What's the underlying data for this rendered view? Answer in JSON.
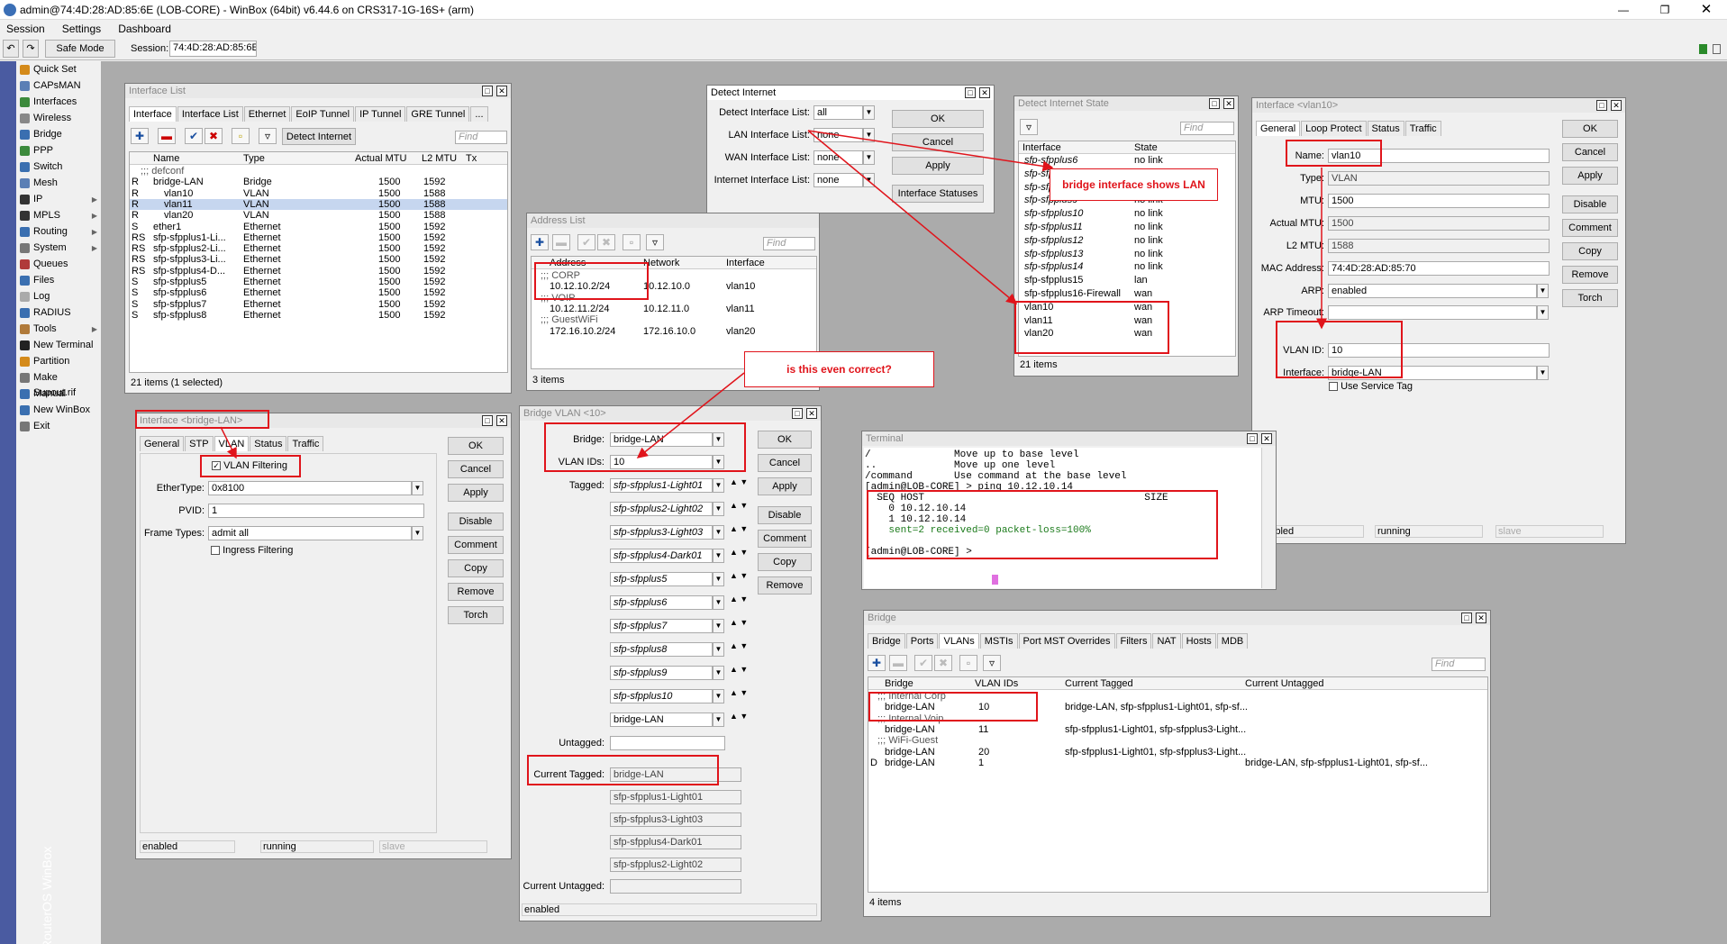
{
  "app": {
    "title": "admin@74:4D:28:AD:85:6E (LOB-CORE) - WinBox (64bit) v6.44.6 on CRS317-1G-16S+ (arm)"
  },
  "menu": [
    "Session",
    "Settings",
    "Dashboard"
  ],
  "toolbar": {
    "safe_mode": "Safe Mode",
    "session_label": "Session:",
    "session_value": "74:4D:28:AD:85:6E"
  },
  "sidebar": {
    "brand": "RouterOS WinBox",
    "items": [
      {
        "label": "Quick Set",
        "icon": "quickset-icon",
        "color": "#d48a1a"
      },
      {
        "label": "CAPsMAN",
        "icon": "capsman-icon",
        "color": "#5b7fb5"
      },
      {
        "label": "Interfaces",
        "icon": "interfaces-icon",
        "color": "#3c8a3c"
      },
      {
        "label": "Wireless",
        "icon": "wireless-icon",
        "color": "#888"
      },
      {
        "label": "Bridge",
        "icon": "bridge-icon",
        "color": "#3a6fb0"
      },
      {
        "label": "PPP",
        "icon": "ppp-icon",
        "color": "#3c8a3c"
      },
      {
        "label": "Switch",
        "icon": "switch-icon",
        "color": "#3a6fb0"
      },
      {
        "label": "Mesh",
        "icon": "mesh-icon",
        "color": "#5b7fb5"
      },
      {
        "label": "IP",
        "icon": "ip-icon",
        "color": "#333",
        "arrow": true
      },
      {
        "label": "MPLS",
        "icon": "mpls-icon",
        "color": "#333",
        "arrow": true
      },
      {
        "label": "Routing",
        "icon": "routing-icon",
        "color": "#3a6fb0",
        "arrow": true
      },
      {
        "label": "System",
        "icon": "system-icon",
        "color": "#777",
        "arrow": true
      },
      {
        "label": "Queues",
        "icon": "queues-icon",
        "color": "#b03a3a"
      },
      {
        "label": "Files",
        "icon": "files-icon",
        "color": "#3a6fb0"
      },
      {
        "label": "Log",
        "icon": "log-icon",
        "color": "#aaa"
      },
      {
        "label": "RADIUS",
        "icon": "radius-icon",
        "color": "#3a6fb0"
      },
      {
        "label": "Tools",
        "icon": "tools-icon",
        "color": "#b07a3a",
        "arrow": true
      },
      {
        "label": "New Terminal",
        "icon": "terminal-icon",
        "color": "#222"
      },
      {
        "label": "Partition",
        "icon": "partition-icon",
        "color": "#d48a1a"
      },
      {
        "label": "Make Supout.rif",
        "icon": "supout-icon",
        "color": "#777"
      },
      {
        "label": "Manual",
        "icon": "manual-icon",
        "color": "#3a6fb0"
      },
      {
        "label": "New WinBox",
        "icon": "winbox-icon",
        "color": "#3a6fb0"
      },
      {
        "label": "Exit",
        "icon": "exit-icon",
        "color": "#777"
      }
    ]
  },
  "iface_list": {
    "title": "Interface List",
    "tabs": [
      "Interface",
      "Interface List",
      "Ethernet",
      "EoIP Tunnel",
      "IP Tunnel",
      "GRE Tunnel",
      "..."
    ],
    "detect_btn": "Detect Internet",
    "find": "Find",
    "cols": [
      "Name",
      "Type",
      "Actual MTU",
      "L2 MTU",
      "Tx"
    ],
    "rows": [
      {
        "f": "",
        "name": ";;; defconf",
        "type": "",
        "mtu": "",
        "l2": ""
      },
      {
        "f": "R",
        "name": "bridge-LAN",
        "type": "Bridge",
        "mtu": "1500",
        "l2": "1592"
      },
      {
        "f": "R",
        "name": "vlan10",
        "type": "VLAN",
        "mtu": "1500",
        "l2": "1588"
      },
      {
        "f": "R",
        "name": "vlan11",
        "type": "VLAN",
        "mtu": "1500",
        "l2": "1588"
      },
      {
        "f": "R",
        "name": "vlan20",
        "type": "VLAN",
        "mtu": "1500",
        "l2": "1588"
      },
      {
        "f": "S",
        "name": "ether1",
        "type": "Ethernet",
        "mtu": "1500",
        "l2": "1592"
      },
      {
        "f": "RS",
        "name": "sfp-sfpplus1-Li...",
        "type": "Ethernet",
        "mtu": "1500",
        "l2": "1592"
      },
      {
        "f": "RS",
        "name": "sfp-sfpplus2-Li...",
        "type": "Ethernet",
        "mtu": "1500",
        "l2": "1592"
      },
      {
        "f": "RS",
        "name": "sfp-sfpplus3-Li...",
        "type": "Ethernet",
        "mtu": "1500",
        "l2": "1592"
      },
      {
        "f": "RS",
        "name": "sfp-sfpplus4-D...",
        "type": "Ethernet",
        "mtu": "1500",
        "l2": "1592"
      },
      {
        "f": "S",
        "name": "sfp-sfpplus5",
        "type": "Ethernet",
        "mtu": "1500",
        "l2": "1592"
      },
      {
        "f": "S",
        "name": "sfp-sfpplus6",
        "type": "Ethernet",
        "mtu": "1500",
        "l2": "1592"
      },
      {
        "f": "S",
        "name": "sfp-sfpplus7",
        "type": "Ethernet",
        "mtu": "1500",
        "l2": "1592"
      },
      {
        "f": "S",
        "name": "sfp-sfpplus8",
        "type": "Ethernet",
        "mtu": "1500",
        "l2": "1592"
      }
    ],
    "status": "21 items (1 selected)"
  },
  "addr_list": {
    "title": "Address List",
    "find": "Find",
    "cols": [
      "Address",
      "Network",
      "Interface"
    ],
    "rows": [
      {
        "c": ";;; CORP",
        "a": "",
        "n": "",
        "i": ""
      },
      {
        "c": "",
        "a": "10.12.10.2/24",
        "n": "10.12.10.0",
        "i": "vlan10"
      },
      {
        "c": ";;; VOIP",
        "a": "",
        "n": "",
        "i": ""
      },
      {
        "c": "",
        "a": "10.12.11.2/24",
        "n": "10.12.11.0",
        "i": "vlan11"
      },
      {
        "c": ";;; GuestWiFi",
        "a": "",
        "n": "",
        "i": ""
      },
      {
        "c": "",
        "a": "172.16.10.2/24",
        "n": "172.16.10.0",
        "i": "vlan20"
      }
    ],
    "status": "3 items"
  },
  "detect": {
    "title": "Detect Internet",
    "labels": [
      "Detect Interface List:",
      "LAN Interface List:",
      "WAN Interface List:",
      "Internet Interface List:"
    ],
    "values": [
      "all",
      "none",
      "none",
      "none"
    ],
    "buttons": [
      "OK",
      "Cancel",
      "Apply",
      "Interface Statuses"
    ]
  },
  "dis_state": {
    "title": "Detect Internet State",
    "find": "Find",
    "cols": [
      "Interface",
      "State"
    ],
    "rows": [
      {
        "i": "sfp-sfpplus6",
        "s": "no link"
      },
      {
        "i": "sfp-sfpplus7",
        "s": "no link"
      },
      {
        "i": "sfp-sfpplus8",
        "s": "no link"
      },
      {
        "i": "sfp-sfpplus9",
        "s": "no link"
      },
      {
        "i": "sfp-sfpplus10",
        "s": "no link"
      },
      {
        "i": "sfp-sfpplus11",
        "s": "no link"
      },
      {
        "i": "sfp-sfpplus12",
        "s": "no link"
      },
      {
        "i": "sfp-sfpplus13",
        "s": "no link"
      },
      {
        "i": "sfp-sfpplus14",
        "s": "no link"
      },
      {
        "i": "sfp-sfpplus15",
        "s": "lan"
      },
      {
        "i": "sfp-sfpplus16-Firewall",
        "s": "wan"
      },
      {
        "i": "vlan10",
        "s": "wan"
      },
      {
        "i": "vlan11",
        "s": "wan"
      },
      {
        "i": "vlan20",
        "s": "wan"
      }
    ],
    "status": "21 items"
  },
  "vlan10": {
    "title": "Interface <vlan10>",
    "tabs": [
      "General",
      "Loop Protect",
      "Status",
      "Traffic"
    ],
    "fields": [
      {
        "l": "Name:",
        "v": "vlan10"
      },
      {
        "l": "Type:",
        "v": "VLAN"
      },
      {
        "l": "MTU:",
        "v": "1500"
      },
      {
        "l": "Actual MTU:",
        "v": "1500"
      },
      {
        "l": "L2 MTU:",
        "v": "1588"
      },
      {
        "l": "MAC Address:",
        "v": "74:4D:28:AD:85:70"
      },
      {
        "l": "ARP:",
        "v": "enabled"
      },
      {
        "l": "ARP Timeout:",
        "v": ""
      },
      {
        "l": "VLAN ID:",
        "v": "10"
      },
      {
        "l": "Interface:",
        "v": "bridge-LAN"
      }
    ],
    "service_tag": "Use Service Tag",
    "buttons": [
      "OK",
      "Cancel",
      "Apply",
      "Disable",
      "Comment",
      "Copy",
      "Remove",
      "Torch"
    ],
    "status": [
      "enabled",
      "running",
      "slave"
    ]
  },
  "bridge_if": {
    "title": "Interface <bridge-LAN>",
    "tabs": [
      "General",
      "STP",
      "VLAN",
      "Status",
      "Traffic"
    ],
    "vlan_filtering": "VLAN Filtering",
    "fields": [
      {
        "l": "EtherType:",
        "v": "0x8100"
      },
      {
        "l": "PVID:",
        "v": "1"
      },
      {
        "l": "Frame Types:",
        "v": "admit all"
      }
    ],
    "ingress": "Ingress Filtering",
    "buttons": [
      "OK",
      "Cancel",
      "Apply",
      "Disable",
      "Comment",
      "Copy",
      "Remove",
      "Torch"
    ],
    "status": [
      "enabled",
      "running",
      "slave"
    ]
  },
  "bvlan": {
    "title": "Bridge VLAN <10>",
    "bridge_l": "Bridge:",
    "bridge_v": "bridge-LAN",
    "vids_l": "VLAN IDs:",
    "vids_v": "10",
    "tagged_l": "Tagged:",
    "tagged": [
      "sfp-sfpplus1-Light01",
      "sfp-sfpplus2-Light02",
      "sfp-sfpplus3-Light03",
      "sfp-sfpplus4-Dark01",
      "sfp-sfpplus5",
      "sfp-sfpplus6",
      "sfp-sfpplus7",
      "sfp-sfpplus8",
      "sfp-sfpplus9",
      "sfp-sfpplus10",
      "bridge-LAN"
    ],
    "untagged_l": "Untagged:",
    "cur_tagged_l": "Current Tagged:",
    "cur_tagged": [
      "bridge-LAN",
      "sfp-sfpplus1-Light01",
      "sfp-sfpplus3-Light03",
      "sfp-sfpplus4-Dark01",
      "sfp-sfpplus2-Light02"
    ],
    "cur_untagged_l": "Current Untagged:",
    "buttons": [
      "OK",
      "Cancel",
      "Apply",
      "Disable",
      "Comment",
      "Copy",
      "Remove"
    ],
    "status": "enabled"
  },
  "terminal": {
    "title": "Terminal",
    "lines": [
      "/              Move up to base level",
      "..             Move up one level",
      "/command       Use command at the base level",
      "[admin@LOB-CORE] > ping 10.12.10.14",
      "  SEQ HOST                                     SIZE",
      "    0 10.12.10.14",
      "    1 10.12.10.14",
      "    sent=2 received=0 packet-loss=100%",
      "",
      "[admin@LOB-CORE] > "
    ]
  },
  "bridge": {
    "title": "Bridge",
    "tabs": [
      "Bridge",
      "Ports",
      "VLANs",
      "MSTIs",
      "Port MST Overrides",
      "Filters",
      "NAT",
      "Hosts",
      "MDB"
    ],
    "find": "Find",
    "cols": [
      "Bridge",
      "VLAN IDs",
      "Current Tagged",
      "Current Untagged"
    ],
    "rows": [
      {
        "f": "",
        "b": ";;; Internal Corp",
        "v": "",
        "t": "",
        "u": ""
      },
      {
        "f": "",
        "b": "bridge-LAN",
        "v": "10",
        "t": "bridge-LAN, sfp-sfpplus1-Light01, sfp-sf...",
        "u": ""
      },
      {
        "f": "",
        "b": ";;; Internal Voip",
        "v": "",
        "t": "",
        "u": ""
      },
      {
        "f": "",
        "b": "bridge-LAN",
        "v": "11",
        "t": "sfp-sfpplus1-Light01, sfp-sfpplus3-Light...",
        "u": ""
      },
      {
        "f": "",
        "b": ";;; WiFi-Guest",
        "v": "",
        "t": "",
        "u": ""
      },
      {
        "f": "",
        "b": "bridge-LAN",
        "v": "20",
        "t": "sfp-sfpplus1-Light01, sfp-sfpplus3-Light...",
        "u": ""
      },
      {
        "f": "D",
        "b": "bridge-LAN",
        "v": "1",
        "t": "",
        "u": "bridge-LAN, sfp-sfpplus1-Light01, sfp-sf..."
      }
    ],
    "status": "4 items"
  },
  "annotations": {
    "callout1": "bridge interface shows LAN",
    "callout2": "is this even correct?",
    "color": "#e0141b"
  }
}
